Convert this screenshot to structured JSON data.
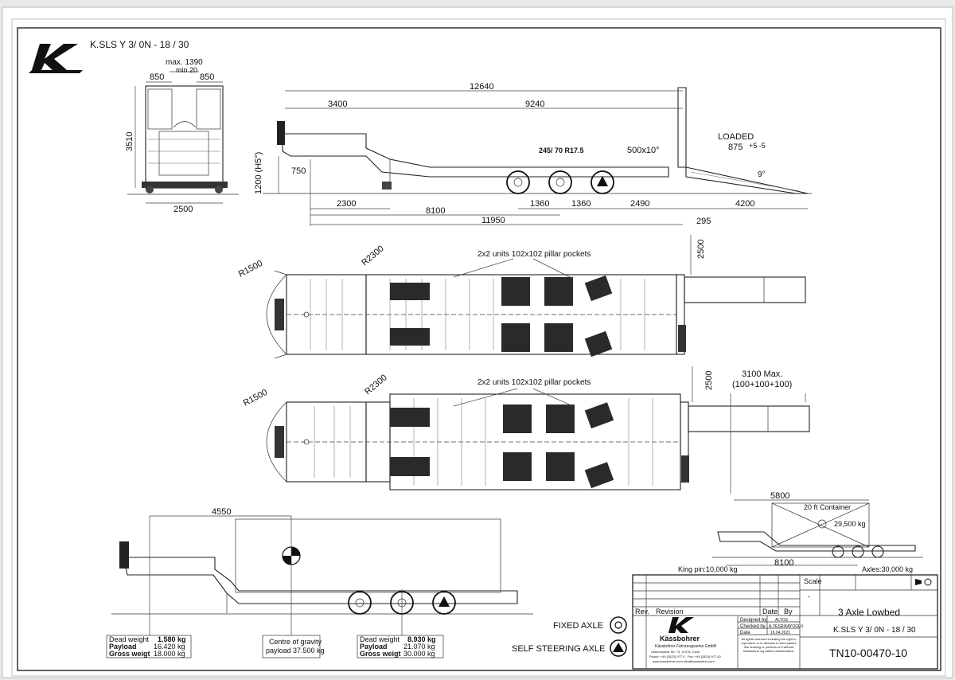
{
  "header": {
    "logo_letter": "K",
    "model": "K.SLS Y 3/ 0N - 18 / 30"
  },
  "front_view": {
    "dims": {
      "max_width": "max. 1390",
      "min_gap": "min 20",
      "left_w": "850",
      "right_w": "850",
      "height": "3510",
      "width": "2500"
    }
  },
  "side_view": {
    "dims": {
      "overall": "12640",
      "gooseneck": "3400",
      "deck": "9240",
      "tyre": "245/ 70 R17.5",
      "ramp_spec": "500x10°",
      "loaded_label": "LOADED",
      "loaded_val": "875",
      "loaded_tol": "+5 -5",
      "angle": "9°",
      "deck_height": "1200 (H5°)",
      "neck_height": "750",
      "kp_to_rise": "2300",
      "axle_sp1": "1360",
      "axle_sp2": "1360",
      "rear_oh": "2490",
      "ramp_len": "4200",
      "kp_to_axle": "8100",
      "length_body": "11950",
      "rear_step": "295"
    }
  },
  "plan_top": {
    "r1": "R1500",
    "r2": "R2300",
    "note": "2x2 units 102x102 pillar pockets",
    "width": "2500"
  },
  "plan_bottom": {
    "r1": "R1500",
    "r2": "R2300",
    "note": "2x2 units 102x102 pillar pockets",
    "width": "2500",
    "ramp_max": "3100 Max.",
    "ramp_split": "(100+100+100)"
  },
  "container_view": {
    "length": "5800",
    "container_label": "20 ft Container",
    "mass": "29,500 kg",
    "kp_to_axle": "8100",
    "king_pin_load": "King pin:10,000 kg",
    "axles_load": "Axles:30,000 kg"
  },
  "cog_view": {
    "dim": "4550",
    "kp_table": {
      "labels": [
        "Dead weight",
        "Payload",
        "Gross weigt"
      ],
      "values": [
        "1.580  kg",
        "16.420  kg",
        "18.000  kg"
      ]
    },
    "cog_box": {
      "line1": "Centre of gravity",
      "line2": "payload 37.500 kg"
    },
    "axle_table": {
      "labels": [
        "Dead weight",
        "Payload",
        "Gross weigt"
      ],
      "values": [
        "8.930  kg",
        "21.070  kg",
        "30.000  kg"
      ]
    }
  },
  "legend": {
    "fixed_axle": "FIXED AXLE",
    "self_steering": "SELF STEERING AXLE"
  },
  "title_block": {
    "rev": "Rev.",
    "revision": "Revision",
    "date_hdr": "Date",
    "by_hdr": "By",
    "scale": "Scale",
    "scale_val": "-",
    "designed_by": "Designed by",
    "checked_by": "Checked by",
    "date_row": "Date",
    "designed_val": "ALTOS",
    "checked_val": "A.YESRIKAYOGLU",
    "date_val": "16.04.2021",
    "company": "Kässbohrer",
    "company_sub": "Kässbohrer Fahrzeugwerke GmbH",
    "company_addr": "Ulmerstrasse Str. 73, 47076, Goch",
    "company_contact": "Phone: +49 (2823) 977 0 - Fax: +49 (2823) 977 40",
    "company_web": "www.kassbohrer.com  info@kassbohrer.com",
    "rights": "All rights reserved including the right to reproduce or to disclose to third parties this drawing or portions of it without Kässbohrer Ag written authorization.",
    "title": "3 Axle Lowbed",
    "model": "K.SLS Y 3/ 0N - 18 / 30",
    "drawing_no": "TN10-00470-10"
  }
}
